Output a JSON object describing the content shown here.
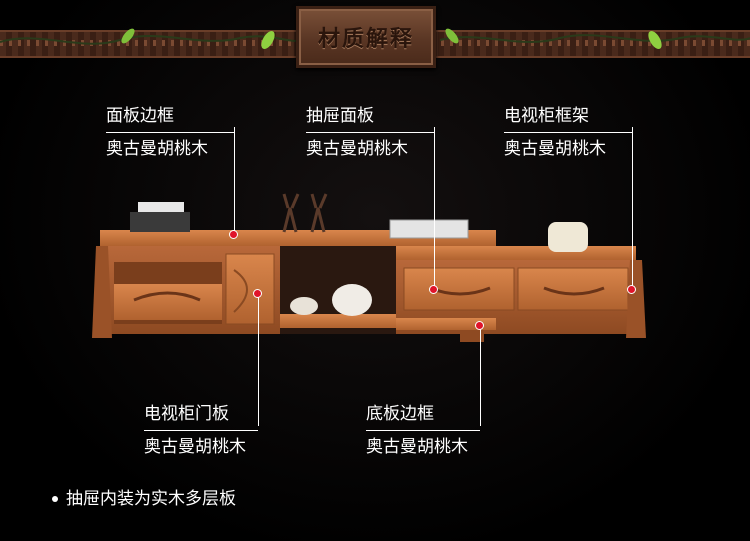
{
  "header": {
    "title": "材质解释"
  },
  "callouts": {
    "panel_frame": {
      "part": "面板边框",
      "material": "奥古曼胡桃木"
    },
    "drawer_panel": {
      "part": "抽屉面板",
      "material": "奥古曼胡桃木"
    },
    "cabinet_frame": {
      "part": "电视柜框架",
      "material": "奥古曼胡桃木"
    },
    "cabinet_door": {
      "part": "电视柜门板",
      "material": "奥古曼胡桃木"
    },
    "base_frame": {
      "part": "底板边框",
      "material": "奥古曼胡桃木"
    }
  },
  "footer": {
    "note": "抽屉内装为实木多层板"
  },
  "colors": {
    "marker": "#e0142a",
    "wood": "#c8743e",
    "background": "#000000"
  }
}
